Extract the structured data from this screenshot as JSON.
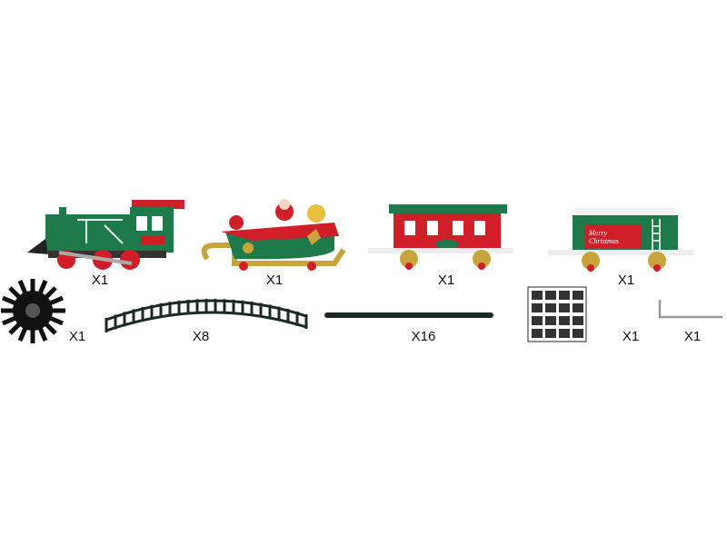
{
  "items": [
    {
      "name": "locomotive",
      "quantity": "X1"
    },
    {
      "name": "santa-sleigh",
      "quantity": "X1"
    },
    {
      "name": "passenger-car",
      "quantity": "X1"
    },
    {
      "name": "tender-car",
      "quantity": "X1",
      "banner": "Merry Christmas"
    },
    {
      "name": "track-connector-wheel",
      "quantity": "X1"
    },
    {
      "name": "curved-track",
      "quantity": "X8"
    },
    {
      "name": "straight-rod",
      "quantity": "X16"
    },
    {
      "name": "connector-clips-sheet",
      "quantity": "X1"
    },
    {
      "name": "hex-key",
      "quantity": "X1"
    }
  ],
  "colors": {
    "green": "#1e7a4a",
    "red": "#d11f2a",
    "gold": "#c9a43a",
    "track": "#1c2a26"
  }
}
